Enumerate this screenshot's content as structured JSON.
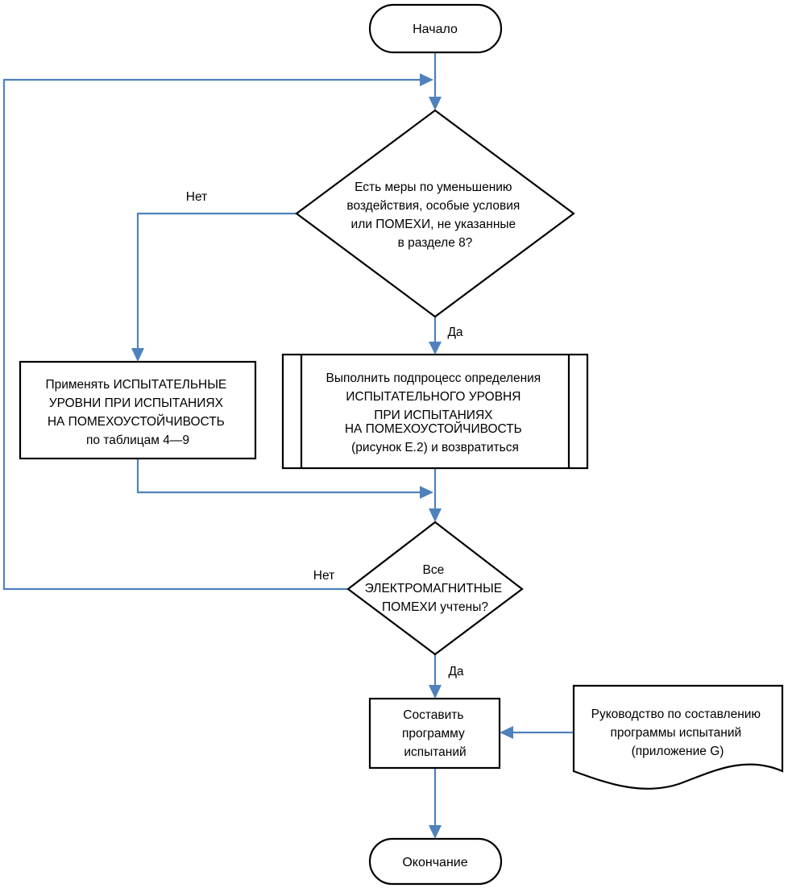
{
  "nodes": {
    "start": {
      "lines": [
        "Начало"
      ]
    },
    "decision1": {
      "lines": [
        "Есть меры по уменьшению",
        "воздействия, особые условия",
        "или ПОМЕХИ, не указанные",
        "в разделе 8?"
      ]
    },
    "apply_levels": {
      "lines": [
        "Применять ИСПЫТАТЕЛЬНЫЕ",
        "УРОВНИ ПРИ ИСПЫТАНИЯХ",
        "НА ПОМЕХОУСТОЙЧИВОСТЬ",
        "по таблицам 4—9"
      ]
    },
    "subprocess": {
      "lines": [
        "Выполнить подпроцесс определения",
        "ИСПЫТАТЕЛЬНОГО УРОВНЯ",
        "ПРИ ИСПЫТАНИЯХ",
        "НА ПОМЕХОУСТОЙЧИВОСТЬ",
        "(рисунок Е.2) и возвратиться"
      ]
    },
    "decision2": {
      "lines": [
        "Все",
        "ЭЛЕКТРОМАГНИТНЫЕ",
        "ПОМЕХИ учтены?"
      ]
    },
    "compose": {
      "lines": [
        "Составить",
        "программу",
        "испытаний"
      ]
    },
    "guide_doc": {
      "lines": [
        "Руководство по составлению",
        "программы испытаний",
        "(приложение G)"
      ]
    },
    "end": {
      "lines": [
        "Окончание"
      ]
    }
  },
  "edge_labels": {
    "d1_no": "Нет",
    "d1_yes": "Да",
    "d2_no": "Нет",
    "d2_yes": "Да"
  },
  "colors": {
    "connector": "#4f81bd",
    "shape_stroke": "#000000",
    "background": "#ffffff"
  }
}
